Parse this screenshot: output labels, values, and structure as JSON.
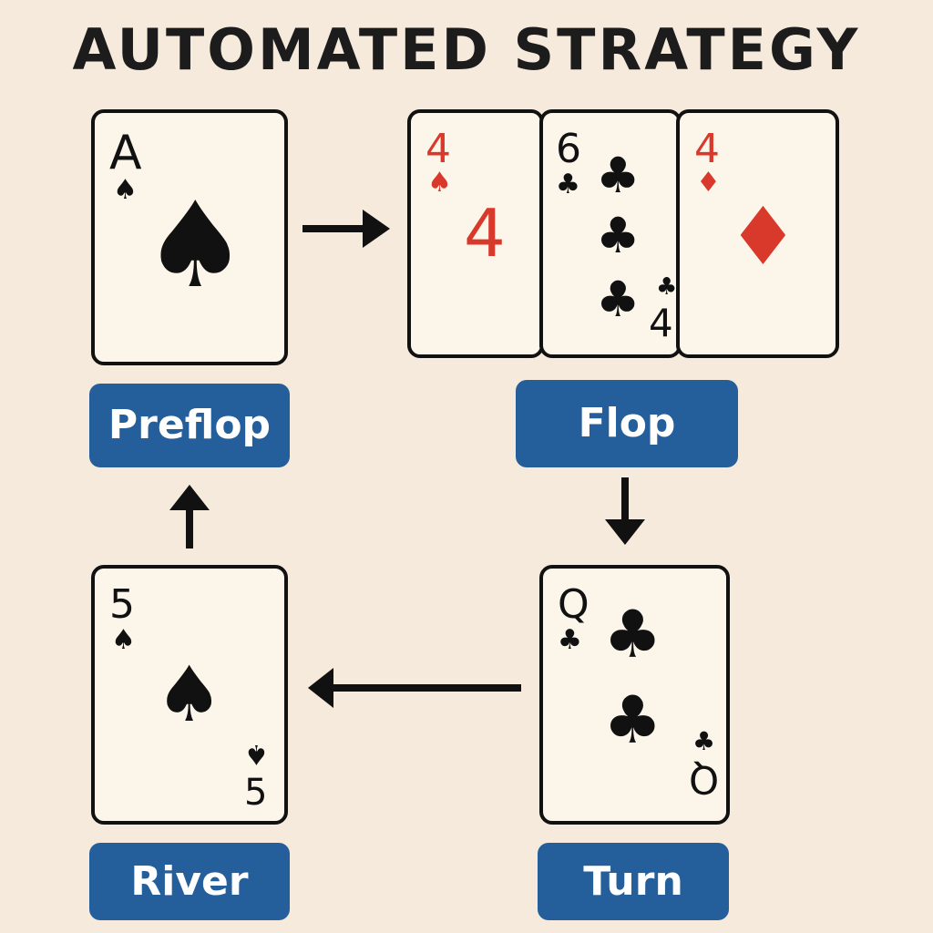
{
  "title": "AUTOMATED STRATEGY",
  "stages": {
    "preflop": {
      "label": "Preflop",
      "cards": [
        {
          "rank": "A",
          "suit": "♠",
          "color": "#111111"
        }
      ]
    },
    "flop": {
      "label": "Flop",
      "cards": [
        {
          "rank": "4",
          "suit": "♠",
          "center": "4",
          "color": "#d8392b"
        },
        {
          "rank": "6",
          "suit": "♣",
          "corner": "4",
          "color": "#111111"
        },
        {
          "rank": "4",
          "suit": "♦",
          "color": "#d8392b"
        }
      ]
    },
    "turn": {
      "label": "Turn",
      "cards": [
        {
          "rank": "Q",
          "suit": "♣",
          "color": "#111111"
        }
      ]
    },
    "river": {
      "label": "River",
      "cards": [
        {
          "rank": "5",
          "suit": "♠",
          "color": "#111111"
        }
      ]
    }
  },
  "flow": [
    "Preflop",
    "Flop",
    "Turn",
    "River",
    "Preflop"
  ],
  "colors": {
    "background": "#f5eadb",
    "label_bg": "#245e9b",
    "label_text": "#ffffff",
    "card_bg": "#fbf5ea",
    "red_suit": "#d8392b",
    "black_suit": "#111111"
  },
  "icons": {
    "arrow_preflop_flop": "arrow-right-icon",
    "arrow_flop_turn": "arrow-down-icon",
    "arrow_turn_river": "arrow-left-icon",
    "arrow_river_preflop": "arrow-up-icon"
  }
}
